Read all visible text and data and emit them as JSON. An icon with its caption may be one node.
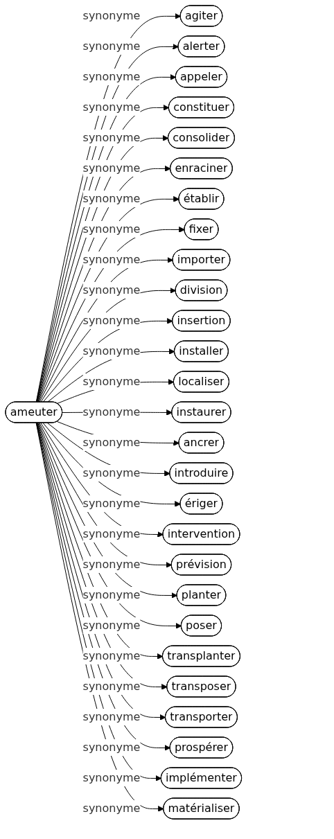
{
  "diagram": {
    "nodes": [
      {
        "text": [
          "ameuter"
        ]
      },
      {
        "text": [
          "agiter"
        ]
      },
      {
        "text": [
          "alerter"
        ]
      },
      {
        "text": [
          "appeler"
        ]
      },
      {
        "text": [
          "constituer"
        ]
      },
      {
        "text": [
          "consolider"
        ]
      },
      {
        "text": [
          "enraciner"
        ]
      },
      {
        "text": [
          "établir"
        ]
      },
      {
        "text": [
          "fixer"
        ]
      },
      {
        "text": [
          "importer"
        ]
      },
      {
        "text": [
          "division"
        ]
      },
      {
        "text": [
          "insertion"
        ]
      },
      {
        "text": [
          "installer"
        ]
      },
      {
        "text": [
          "localiser"
        ]
      },
      {
        "text": [
          "instaurer"
        ]
      },
      {
        "text": [
          "ancrer"
        ]
      },
      {
        "text": [
          "introduire"
        ]
      },
      {
        "text": [
          "ériger"
        ]
      },
      {
        "text": [
          "intervention"
        ]
      },
      {
        "text": [
          "prévision"
        ]
      },
      {
        "text": [
          "planter"
        ]
      },
      {
        "text": [
          "poser"
        ]
      },
      {
        "text": [
          "transplanter"
        ]
      },
      {
        "text": [
          "transposer"
        ]
      },
      {
        "text": [
          "transporter"
        ]
      },
      {
        "text": [
          "prospérer"
        ]
      },
      {
        "text": [
          "implémenter"
        ]
      },
      {
        "text": [
          "matérialiser"
        ]
      }
    ],
    "edges": [
      {
        "from": 0,
        "to": 1,
        "arrow": "to",
        "label": "synonyme"
      },
      {
        "from": 0,
        "to": 2,
        "arrow": "to",
        "label": "synonyme"
      },
      {
        "from": 0,
        "to": 3,
        "arrow": "to",
        "label": "synonyme"
      },
      {
        "from": 0,
        "to": 4,
        "arrow": "to",
        "label": "synonyme"
      },
      {
        "from": 0,
        "to": 5,
        "arrow": "to",
        "label": "synonyme"
      },
      {
        "from": 0,
        "to": 6,
        "arrow": "to",
        "label": "synonyme"
      },
      {
        "from": 0,
        "to": 7,
        "arrow": "to",
        "label": "synonyme"
      },
      {
        "from": 0,
        "to": 8,
        "arrow": "to",
        "label": "synonyme"
      },
      {
        "from": 0,
        "to": 9,
        "arrow": "to",
        "label": "synonyme"
      },
      {
        "from": 0,
        "to": 10,
        "arrow": "to",
        "label": "synonyme"
      },
      {
        "from": 0,
        "to": 11,
        "arrow": "to",
        "label": "synonyme"
      },
      {
        "from": 0,
        "to": 12,
        "arrow": "to",
        "label": "synonyme"
      },
      {
        "from": 0,
        "to": 13,
        "arrow": "to",
        "label": "synonyme"
      },
      {
        "from": 0,
        "to": 14,
        "arrow": "to",
        "label": "synonyme"
      },
      {
        "from": 0,
        "to": 15,
        "arrow": "to",
        "label": "synonyme"
      },
      {
        "from": 0,
        "to": 16,
        "arrow": "to",
        "label": "synonyme"
      },
      {
        "from": 0,
        "to": 17,
        "arrow": "to",
        "label": "synonyme"
      },
      {
        "from": 0,
        "to": 18,
        "arrow": "to",
        "label": "synonyme"
      },
      {
        "from": 0,
        "to": 19,
        "arrow": "to",
        "label": "synonyme"
      },
      {
        "from": 0,
        "to": 20,
        "arrow": "to",
        "label": "synonyme"
      },
      {
        "from": 0,
        "to": 21,
        "arrow": "to",
        "label": "synonyme"
      },
      {
        "from": 0,
        "to": 22,
        "arrow": "to",
        "label": "synonyme"
      },
      {
        "from": 0,
        "to": 23,
        "arrow": "to",
        "label": "synonyme"
      },
      {
        "from": 0,
        "to": 24,
        "arrow": "to",
        "label": "synonyme"
      },
      {
        "from": 0,
        "to": 25,
        "arrow": "to",
        "label": "synonyme"
      },
      {
        "from": 0,
        "to": 26,
        "arrow": "to",
        "label": "synonyme"
      },
      {
        "from": 0,
        "to": 27,
        "arrow": "to",
        "label": "synonyme"
      }
    ]
  }
}
